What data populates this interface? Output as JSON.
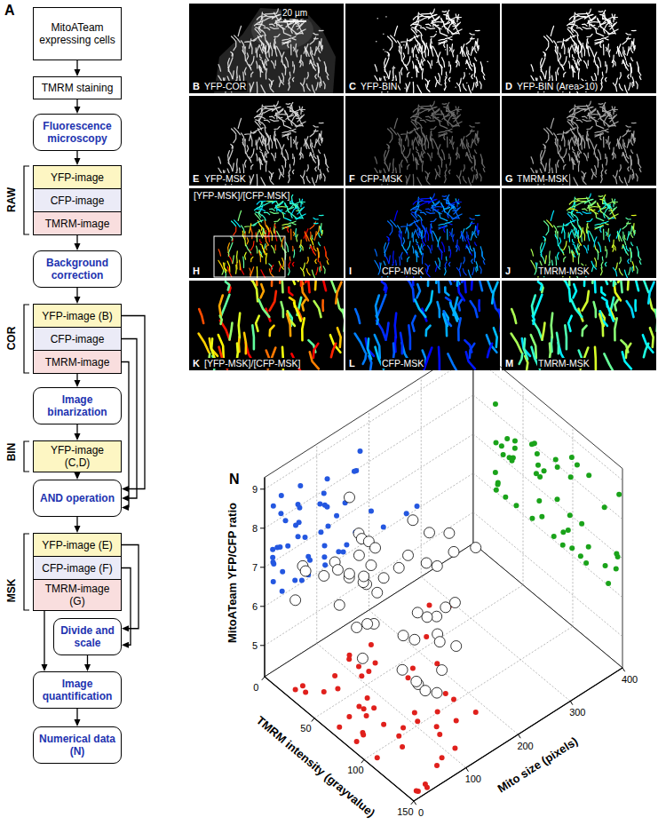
{
  "diagram": {
    "nodes": [
      {
        "text": [
          "MitoATeam expressing cells"
        ]
      },
      {
        "text": [
          "TMRM staining"
        ]
      },
      {
        "text": [
          "Fluorescence microscopy"
        ]
      },
      {
        "text": [
          "YFP-image"
        ]
      },
      {
        "text": [
          "CFP-image"
        ]
      },
      {
        "text": [
          "TMRM-image"
        ]
      },
      {
        "text": [
          "Background correction"
        ]
      },
      {
        "text": [
          "YFP-image (B)"
        ]
      },
      {
        "text": [
          "CFP-image"
        ]
      },
      {
        "text": [
          "TMRM-image"
        ]
      },
      {
        "text": [
          "Image binarization"
        ]
      },
      {
        "text": [
          "YFP-image (C,D)"
        ]
      },
      {
        "text": [
          "AND operation"
        ]
      },
      {
        "text": [
          "YFP-image (E)"
        ]
      },
      {
        "text": [
          "CFP-image (F)"
        ]
      },
      {
        "text": [
          "TMRM-image (G)"
        ]
      },
      {
        "text": [
          "Divide and scale"
        ]
      },
      {
        "text": [
          "Image quantification"
        ]
      },
      {
        "text": [
          "Numerical data (N)"
        ]
      },
      {
        "text": [
          "B",
          "YFP-COR"
        ]
      },
      {
        "text": [
          "C",
          "YFP-BIN"
        ]
      },
      {
        "text": [
          "D",
          "YFP-BIN (Area>10)"
        ]
      },
      {
        "text": [
          "E",
          "YFP-MSK"
        ]
      },
      {
        "text": [
          "F",
          "CFP-MSK"
        ]
      },
      {
        "text": [
          "G",
          "TMRM-MSK"
        ]
      },
      {
        "text": [
          "H",
          "[YFP-MSK]/[CFP-MSK]"
        ]
      },
      {
        "text": [
          "I",
          "CFP-MSK"
        ]
      },
      {
        "text": [
          "J",
          "TMRM-MSK"
        ]
      },
      {
        "text": [
          "K",
          "[YFP-MSK]/[CFP-MSK]"
        ]
      },
      {
        "text": [
          "L",
          "CFP-MSK"
        ]
      },
      {
        "text": [
          "M",
          "TMRM-MSK"
        ]
      }
    ],
    "edges": [
      {
        "from": 0,
        "to": 1,
        "arrow": "to"
      },
      {
        "from": 1,
        "to": 2,
        "arrow": "to"
      },
      {
        "from": 2,
        "to": 3,
        "arrow": "to"
      },
      {
        "from": 5,
        "to": 6,
        "arrow": "to"
      },
      {
        "from": 6,
        "to": 7,
        "arrow": "to"
      },
      {
        "from": 9,
        "to": 10,
        "arrow": "to"
      },
      {
        "from": 10,
        "to": 11,
        "arrow": "to"
      },
      {
        "from": 11,
        "to": 12,
        "arrow": "to"
      },
      {
        "from": 7,
        "to": 12,
        "arrow": "to"
      },
      {
        "from": 8,
        "to": 12,
        "arrow": "to"
      },
      {
        "from": 9,
        "to": 12,
        "arrow": "to"
      },
      {
        "from": 12,
        "to": 13,
        "arrow": "to"
      },
      {
        "from": 13,
        "to": 16,
        "arrow": "to"
      },
      {
        "from": 14,
        "to": 16,
        "arrow": "to"
      },
      {
        "from": 15,
        "to": 17,
        "arrow": "to"
      },
      {
        "from": 16,
        "to": 17,
        "arrow": "to"
      },
      {
        "from": 17,
        "to": 18,
        "arrow": "to"
      }
    ],
    "labels": [
      "A",
      "RAW",
      "COR",
      "BIN",
      "MSK",
      "20 µm",
      "N",
      "MitoATeam YFP/CFP ratio",
      "5",
      "6",
      "7",
      "8",
      "9",
      "TMRM intensity (grayvalue)",
      "0",
      "50",
      "100",
      "150",
      "Mito size (pixels)",
      "0",
      "100",
      "200",
      "300",
      "400"
    ]
  }
}
